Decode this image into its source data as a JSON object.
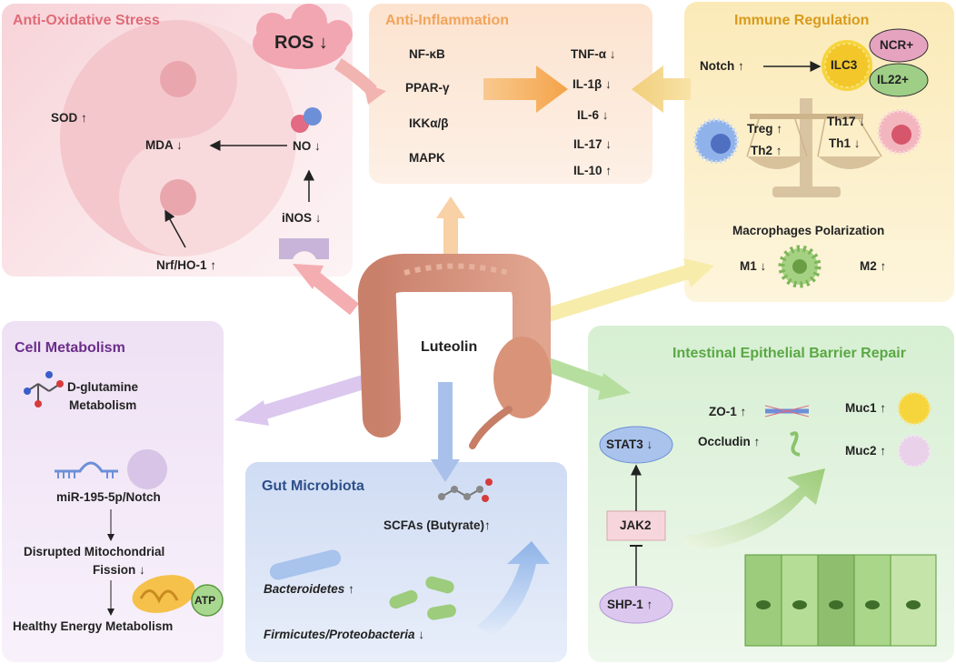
{
  "center": {
    "label": "Luteolin"
  },
  "anti_oxidative": {
    "title": "Anti-Oxidative Stress",
    "ros": "ROS ↓",
    "sod": "SOD ↑",
    "mda": "MDA ↓",
    "no": "NO ↓",
    "inos": "iNOS ↓",
    "nrf": "Nrf/HO-1 ↑"
  },
  "anti_inflammation": {
    "title": "Anti-Inflammation",
    "left_items": [
      "NF-κB",
      "PPAR-γ",
      "IKKα/β",
      "MAPK"
    ],
    "right_items": [
      "TNF-α ↓",
      "IL-1β ↓",
      "IL-6 ↓",
      "IL-17 ↓",
      "IL-10 ↑"
    ]
  },
  "immune": {
    "title": "Immune Regulation",
    "notch": "Notch ↑",
    "ilc3": "ILC3",
    "ncr": "NCR+",
    "il22": "IL22+",
    "treg": "Treg ↑",
    "th2": "Th2 ↑",
    "th17": "Th17 ↓",
    "th1": "Th1 ↓",
    "macro": "Macrophages Polarization",
    "m1": "M1 ↓",
    "m2": "M2 ↑"
  },
  "cell_metabolism": {
    "title": "Cell Metabolism",
    "dglut1": "D-glutamine",
    "dglut2": "Metabolism",
    "mir": "miR-195-5p/Notch",
    "disrupt1": "Disrupted Mitochondrial",
    "disrupt2": "Fission ↓",
    "atp": "ATP",
    "healthy": "Healthy Energy Metabolism"
  },
  "gut_microbiota": {
    "title": "Gut Microbiota",
    "scfa": "SCFAs (Butyrate)↑",
    "bact": "Bacteroidetes",
    "bact_arrow": "↑",
    "firm": "Firmicutes/Proteobacteria",
    "firm_arrow": "↓"
  },
  "barrier": {
    "title": "Intestinal Epithelial Barrier Repair",
    "stat3": "STAT3 ↓",
    "jak2": "JAK2",
    "shp1": "SHP-1 ↑",
    "zo1": "ZO-1 ↑",
    "occludin": "Occludin ↑",
    "muc1": "Muc1 ↑",
    "muc2": "Muc2 ↑"
  },
  "colors": {
    "oxidative_title": "#e06b78",
    "inflammation_title": "#f2a45a",
    "immune_title": "#d99a1c",
    "metabolism_title": "#6b2d8a",
    "microbiota_title": "#2d4f8a",
    "barrier_title": "#5aa844"
  }
}
